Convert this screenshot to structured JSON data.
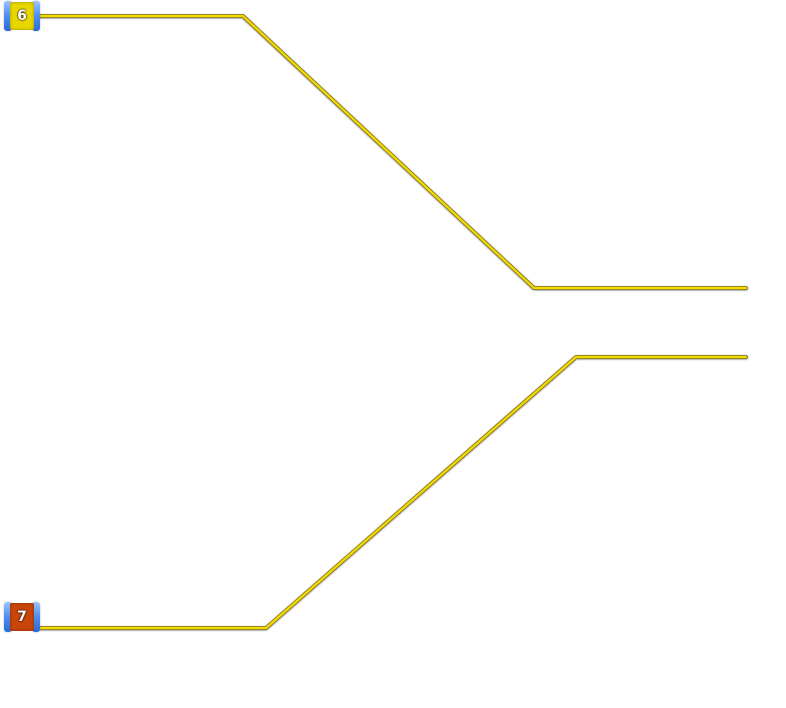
{
  "nodes": [
    {
      "id": "node-6",
      "label": "6",
      "color": "#e8d800"
    },
    {
      "id": "node-7",
      "label": "7",
      "color": "#c8460a"
    }
  ],
  "connector": {
    "stroke": "#f2dc00",
    "outline": "#8a7a22"
  }
}
